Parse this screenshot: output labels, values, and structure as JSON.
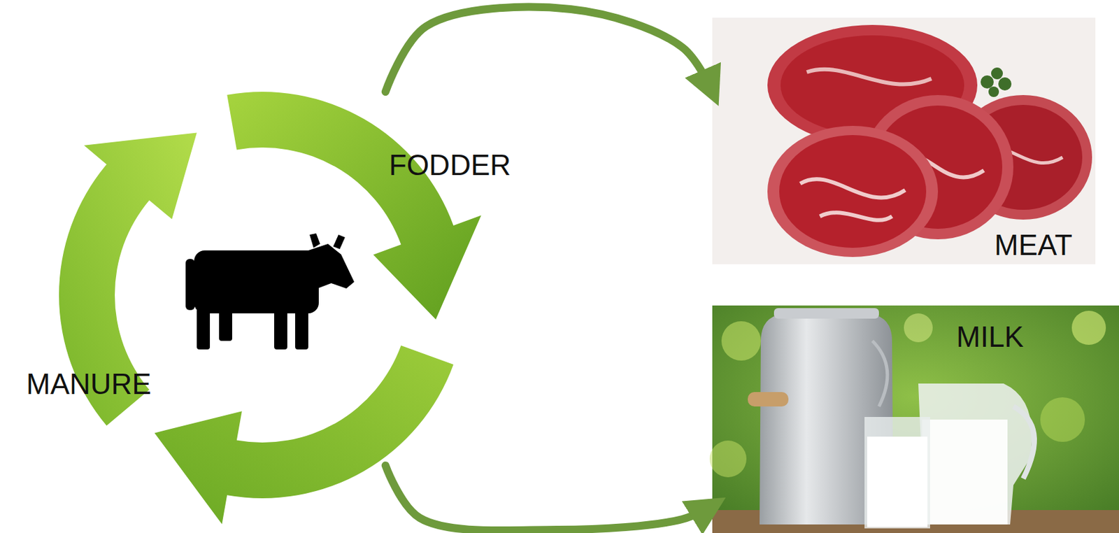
{
  "diagram": {
    "nodes": [
      {
        "text": [
          "FODDER",
          "MANURE"
        ]
      },
      {
        "text": [
          "MEAT"
        ]
      },
      {
        "text": [
          "MILK"
        ]
      }
    ],
    "edges": [
      {
        "from": 0,
        "to": 1,
        "arrow": "to"
      },
      {
        "from": 0,
        "to": 2,
        "arrow": "to"
      }
    ]
  }
}
